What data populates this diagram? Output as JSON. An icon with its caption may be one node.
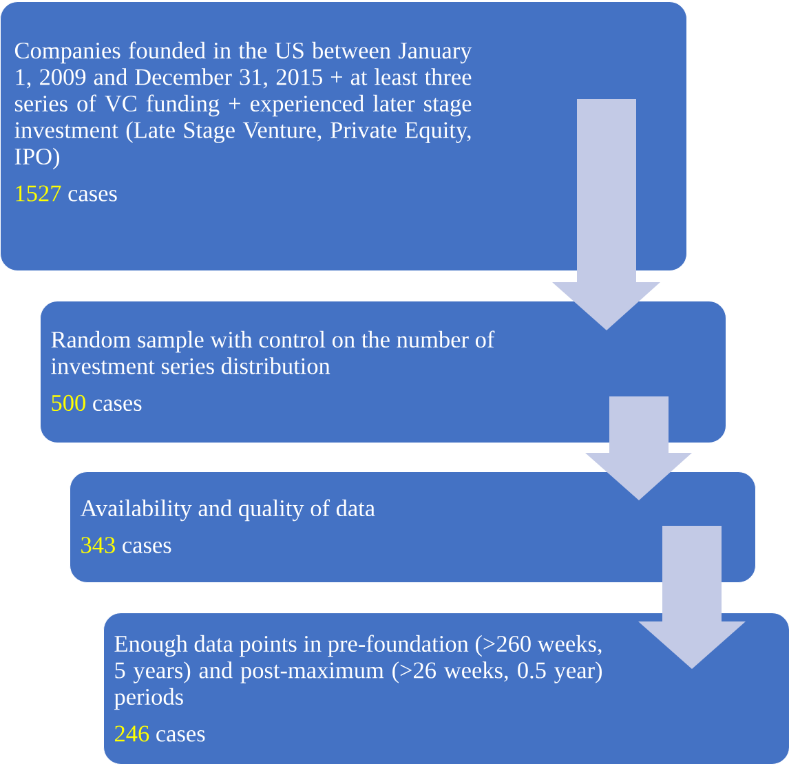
{
  "diagram": {
    "nodes": [
      {
        "text": [
          "Companies founded in the US between January 1, 2009 and December 31, 2015 + at least three series of VC funding + experienced later stage investment (Late Stage Venture, Private Equity, IPO)",
          "1527",
          "cases"
        ]
      },
      {
        "text": [
          "Random sample with control on the number of investment series distribution",
          "500",
          "cases"
        ]
      },
      {
        "text": [
          "Availability and quality of data",
          "343",
          "cases"
        ]
      },
      {
        "text": [
          "Enough data points in pre-foundation (>260 weeks, 5 years) and post-maximum (>26 weeks, 0.5 year) periods",
          "246",
          "cases"
        ]
      }
    ],
    "edges": [
      {
        "from": 0,
        "to": 1,
        "arrow": "to"
      },
      {
        "from": 1,
        "to": 2,
        "arrow": "to"
      },
      {
        "from": 2,
        "to": 3,
        "arrow": "to"
      }
    ]
  }
}
